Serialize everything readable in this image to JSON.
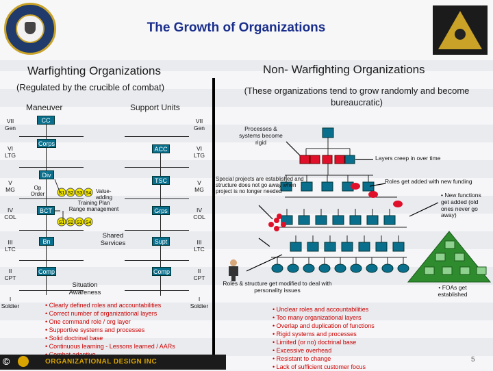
{
  "header": {
    "title": "The Growth of Organizations"
  },
  "left": {
    "heading": "Warfighting Organizations",
    "subheading": "(Regulated by the crucible of combat)",
    "col_maneuver": "Maneuver",
    "col_support": "Support Units",
    "levels_left": [
      "VII\nGen",
      "VI\nLTG",
      "V\nMG",
      "IV\nCOL",
      "III\nLTC",
      "II\nCPT",
      "I\nSoldier"
    ],
    "levels_right": [
      "VII\nGen",
      "VI\nLTG",
      "V\nMG",
      "IV\nCOL",
      "III\nLTC",
      "II\nCPT",
      "I\nSoldier"
    ],
    "maneuver_boxes": [
      "CC",
      "Corps",
      "Div",
      "BCT",
      "Bn",
      "Comp"
    ],
    "support_boxes": [
      "ACC",
      "TSC",
      "Grps",
      "Supt",
      "Comp"
    ],
    "op_order": "Op\nOrder",
    "value_adding": "Value-\nadding",
    "training_plan": "Training Plan\nRange management",
    "shared_services": "Shared\nServices",
    "situation_awareness": "Situation\nAwareness",
    "s_chips_top": [
      "S1",
      "S2",
      "S3",
      "S4"
    ],
    "s_chips_bottom": [
      "S1",
      "S2",
      "S3",
      "S4"
    ],
    "bullets": [
      "• Clearly defined  roles and accountabilities",
      "• Correct number of organizational layers",
      "• One command role / org layer",
      "• Supportive systems and processes",
      "• Solid doctrinal base",
      "• Continuous learning -  Lessons learned / AARs",
      "• Combat adaptive"
    ]
  },
  "right": {
    "heading": "Non- Warfighting Organizations",
    "subheading": "(These organizations tend to grow randomly and become bureaucratic)",
    "ann_processes": "Processes &\nsystems become\nrigid",
    "ann_layers": "Layers creep in over time",
    "ann_special": "Special projects are established and structure does not go away when project is no longer needed",
    "ann_roles_funding": "Roles get added with new funding",
    "ann_new_functions": "• New functions get added (old ones never go away)",
    "ann_roles_structure": "Roles & structure get modified to deal with personality issues",
    "ann_foas": "• FOAs get established",
    "bullets": [
      "• Unclear roles and accountabilities",
      "• Too many organizational layers",
      "• Overlap and duplication of functions",
      "• Rigid systems and processes",
      "• Limited (or no) doctrinal base",
      "• Excessive overhead",
      "• Resistant to change",
      "• Lack of sufficient customer focus"
    ]
  },
  "footer": {
    "copyright": "©",
    "brand": "ORGANIZATIONAL DESIGN INC",
    "page_number": "5"
  },
  "colors": {
    "title": "#1a2e8c",
    "box_teal": "#0a6f8c",
    "bullet_red": "#cc0000",
    "chip_yellow": "#f2e600",
    "org_red": "#e0102a",
    "pyramid_green": "#2e8b2e"
  }
}
